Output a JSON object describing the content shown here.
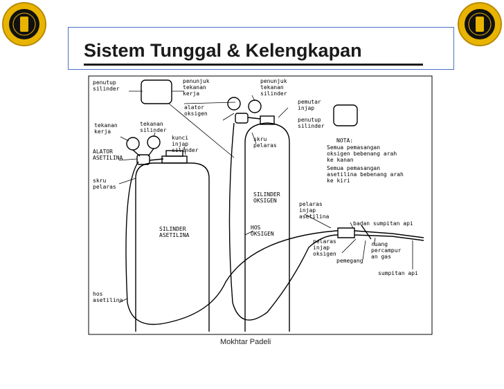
{
  "title": "Sistem Tunggal & Kelengkapan",
  "credit": "Mokhtar Padeli",
  "colors": {
    "frame": "#4a6fc7",
    "seal_gold": "#e8b400",
    "ink": "#000000"
  },
  "labels": {
    "penutup_silinder_1": [
      "penutup",
      "silinder"
    ],
    "penunjuk_tekanan_kerja": [
      "penunjuk",
      "tekanan",
      "kerja"
    ],
    "penunjuk_tekanan_silinder": [
      "penunjuk",
      "tekanan",
      "silinder"
    ],
    "pemutar_injap": [
      "pemutar",
      "injap"
    ],
    "alator_oksigen": [
      "alator",
      "oksigen"
    ],
    "penutup_silinder_2": [
      "penutup",
      "silinder"
    ],
    "tekanan_kerja": [
      "tekanan",
      "kerja"
    ],
    "tekanan_silinder": [
      "tekanan",
      "silinder"
    ],
    "kunci_injap_silinder": [
      "kunci",
      "injap",
      "silinder"
    ],
    "alator_asetilina": [
      "ALATOR",
      "ASETILINA"
    ],
    "skru_pelaras_1": [
      "skru",
      "pelaras"
    ],
    "skru_pelaras_2": [
      "skru",
      "pelaras"
    ],
    "nota": [
      "NOTA:",
      "Semua pemasangan",
      "oksigen bebenang arah",
      "ke kanan",
      "Semua pemasangan",
      "asetilina bebenang arah",
      "ke kiri"
    ],
    "silinder_oksigen": [
      "SILINDER",
      "OKSIGEN"
    ],
    "silinder_asetilina": [
      "SILINDER",
      "ASETILINA"
    ],
    "pelaras_injap_asetilina": [
      "pelaras",
      "injap",
      "asetilina"
    ],
    "badan_sumpitan_api": [
      "badan sumpitan api"
    ],
    "hos_oksigen": [
      "HOS",
      "OKSIGEN"
    ],
    "pelaras_injap_oksigen": [
      "pelaras",
      "injap",
      "oksigen"
    ],
    "ruang_percampuran_gas": [
      "ruang",
      "percampur",
      "an gas"
    ],
    "pemegang": [
      "pemegang"
    ],
    "sumpitan_api": [
      "sumpitan api"
    ],
    "hos_asetilina": [
      "hos",
      "asetilina"
    ]
  }
}
